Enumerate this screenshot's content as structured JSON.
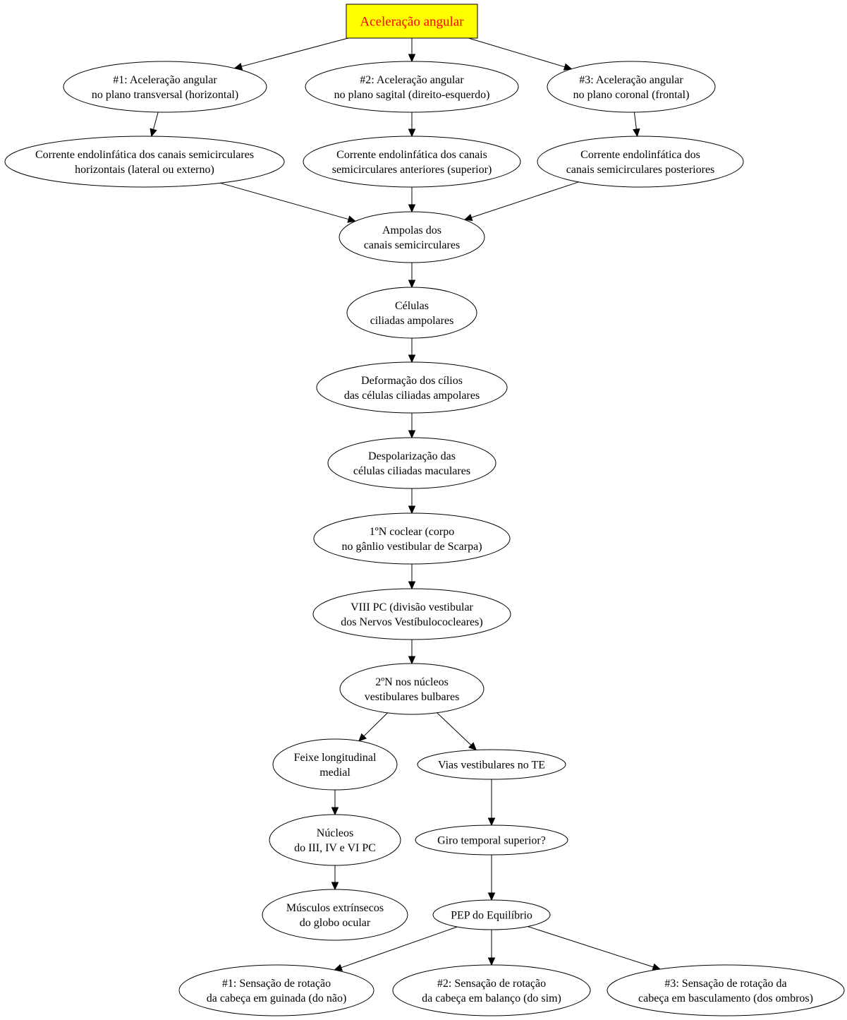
{
  "root": {
    "lines": [
      "Aceleração angular"
    ],
    "fill_color": "#ffff00",
    "text_color": "#ff0000"
  },
  "nodes": {
    "plane1": [
      "#1: Aceleração angular",
      "no plano transversal (horizontal)"
    ],
    "plane2": [
      "#2: Aceleração angular",
      "no plano sagital (direito-esquerdo)"
    ],
    "plane3": [
      "#3: Aceleração angular",
      "no plano coronal (frontal)"
    ],
    "current1": [
      "Corrente endolinfática dos canais semicirculares",
      "horizontais (lateral ou externo)"
    ],
    "current2": [
      "Corrente endolinfática dos canais",
      "semicirculares anteriores (superior)"
    ],
    "current3": [
      "Corrente endolinfática dos",
      "canais semicirculares posteriores"
    ],
    "ampolas": [
      "Ampolas dos",
      "canais semicirculares"
    ],
    "celulas": [
      "Células",
      "ciliadas ampolares"
    ],
    "deformacao": [
      "Deformação dos cílios",
      "das células ciliadas ampolares"
    ],
    "despolarizacao": [
      "Despolarização das",
      "células ciliadas maculares"
    ],
    "neuron1": [
      "1ºN coclear (corpo",
      "no gânlio vestibular de Scarpa)"
    ],
    "viii": [
      "VIII PC (divisão vestibular",
      "dos Nervos Vestíbulococleares)"
    ],
    "neuron2": [
      "2ºN nos núcleos",
      "vestibulares bulbares"
    ],
    "feixe": [
      "Feixe longitudinal",
      "medial"
    ],
    "nucleos": [
      "Núcleos",
      "do III, IV e VI PC"
    ],
    "musculos": [
      "Músculos extrínsecos",
      "do globo ocular"
    ],
    "vias": [
      "Vias vestibulares no TE"
    ],
    "giro": [
      "Giro temporal superior?"
    ],
    "pep": [
      "PEP do Equilíbrio"
    ],
    "sens1": [
      "#1: Sensação de rotação",
      "da cabeça em guinada (do não)"
    ],
    "sens2": [
      "#2: Sensação de rotação",
      "da cabeça em balanço (do sim)"
    ],
    "sens3": [
      "#3: Sensação de rotação da",
      "cabeça em basculamento (dos ombros)"
    ]
  },
  "edges": [
    [
      "root",
      "plane1"
    ],
    [
      "root",
      "plane2"
    ],
    [
      "root",
      "plane3"
    ],
    [
      "plane1",
      "current1"
    ],
    [
      "plane2",
      "current2"
    ],
    [
      "plane3",
      "current3"
    ],
    [
      "current1",
      "ampolas"
    ],
    [
      "current2",
      "ampolas"
    ],
    [
      "current3",
      "ampolas"
    ],
    [
      "ampolas",
      "celulas"
    ],
    [
      "celulas",
      "deformacao"
    ],
    [
      "deformacao",
      "despolarizacao"
    ],
    [
      "despolarizacao",
      "neuron1"
    ],
    [
      "neuron1",
      "viii"
    ],
    [
      "viii",
      "neuron2"
    ],
    [
      "neuron2",
      "feixe"
    ],
    [
      "neuron2",
      "vias"
    ],
    [
      "feixe",
      "nucleos"
    ],
    [
      "nucleos",
      "musculos"
    ],
    [
      "vias",
      "giro"
    ],
    [
      "giro",
      "pep"
    ],
    [
      "pep",
      "sens1"
    ],
    [
      "pep",
      "sens2"
    ],
    [
      "pep",
      "sens3"
    ]
  ]
}
